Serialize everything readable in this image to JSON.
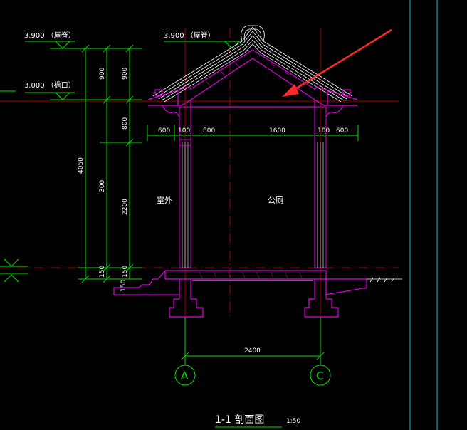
{
  "colors": {
    "background": "#000000",
    "dim": "#00e000",
    "wall": "#e000e0",
    "roof": "#ffffff",
    "axis": "#b00000",
    "frame": "#00c8c8",
    "arrow": "#ff2a2a",
    "text": "#ffffff"
  },
  "levels": {
    "left_ridge": "3.900 （屋脊）",
    "left_eave": "3.000 （檐口）",
    "center_ridge": "3.900 （屋脊）"
  },
  "rooms": {
    "outside": "室外",
    "toilet": "公厕"
  },
  "horizontal_dims": [
    "600",
    "100",
    "800",
    "1600",
    "100",
    "600"
  ],
  "vertical_dims_outer": [
    "900",
    "4050",
    "300",
    "150"
  ],
  "vertical_dims_inner": [
    "900",
    "800",
    "2200",
    "150"
  ],
  "foot_dim": "150",
  "axis_span": "2400",
  "axes": {
    "left": "A",
    "right": "C"
  },
  "caption": {
    "title": "1-1   剖面图",
    "scale": "1:50"
  }
}
